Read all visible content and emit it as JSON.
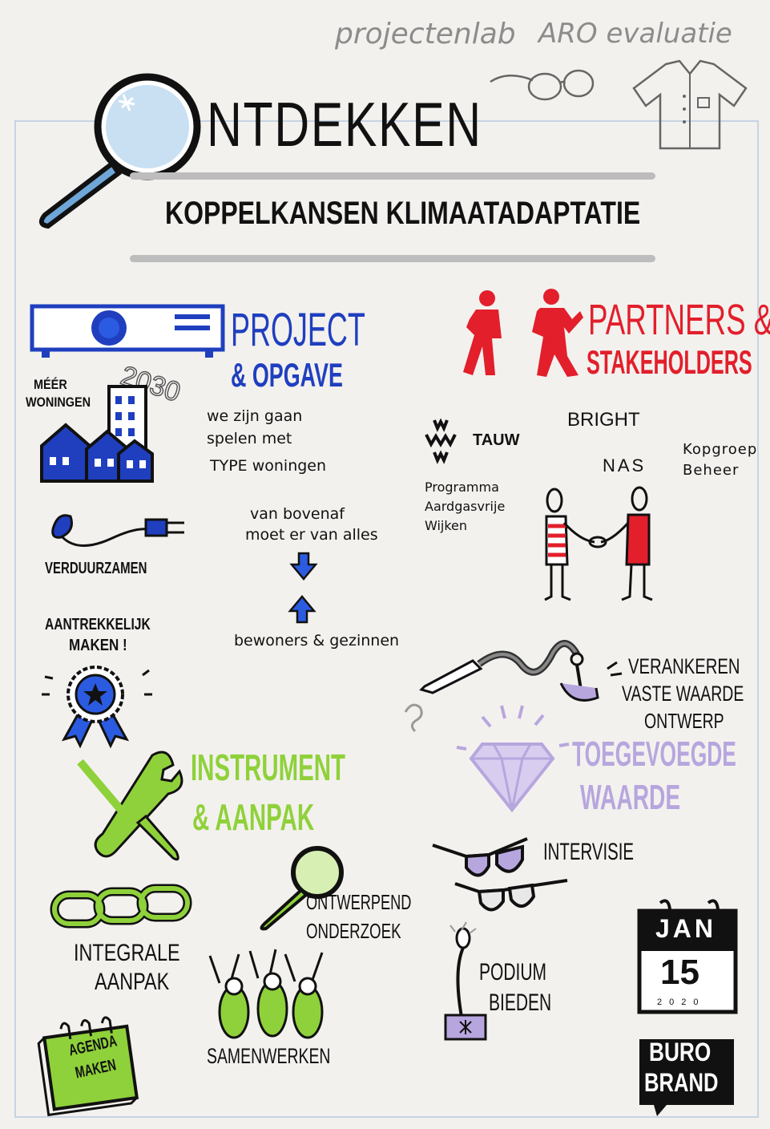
{
  "header": {
    "project_label": "projectenlab",
    "aro_label": "ARO evaluatie",
    "title_initial": "O",
    "title_rest": "NTDEKKEN",
    "subtitle": "KOPPELKANSEN KLIMAATADAPTATIE"
  },
  "project_section": {
    "heading_line1": "PROJECT",
    "heading_line2": "& OPGAVE",
    "year": "2030",
    "more_homes_line1": "MÉÉR",
    "more_homes_line2": "WONINGEN",
    "play_text_line1": "we zijn gaan",
    "play_text_line2": "spelen met",
    "play_text_line3": "TYPE woningen",
    "verduurzamen": "VERDUURZAMEN",
    "top_down_line1": "van bovenaf",
    "top_down_line2": "moet er van alles",
    "residents": "bewoners & gezinnen",
    "attractive_line1": "AANTREKKELIJK",
    "attractive_line2": "MAKEN !"
  },
  "partners_section": {
    "heading_line1": "PARTNERS &",
    "heading_line2": "STAKEHOLDERS",
    "partner_tauw": "TAUW",
    "partner_bright": "BRIGHT",
    "partner_nas": "NAS",
    "kopgroep_line1": "Kopgroep",
    "kopgroep_line2": "Beheer",
    "programma_line1": "Programma",
    "programma_line2": "Aardgasvrije",
    "programma_line3": "Wijken"
  },
  "anchor_section": {
    "line1": "VERANKEREN",
    "line2": "VASTE WAARDE",
    "line3": "ONTWERP"
  },
  "value_section": {
    "line1": "TOEGEVOEGDE",
    "line2": "WAARDE"
  },
  "instrument_section": {
    "heading_line1": "INSTRUMENT",
    "heading_line2": "& AANPAK",
    "integral_line1": "INTEGRALE",
    "integral_line2": "AANPAK",
    "research_line1": "ONTWERPEND",
    "research_line2": "ONDERZOEK",
    "collaborate": "SAMENWERKEN",
    "agenda_line1": "AGENDA",
    "agenda_line2": "MAKEN"
  },
  "right_bottom": {
    "intervisie": "INTERVISIE",
    "podium_line1": "PODIUM",
    "podium_line2": "BIEDEN",
    "cal_month": "JAN",
    "cal_day": "15",
    "cal_year": "2020",
    "brand_line1": "BURO",
    "brand_line2": "BRAND"
  },
  "colors": {
    "project_blue": "#1f3fbf",
    "partners_red": "#e21f2b",
    "instrument_green": "#8fd13a",
    "value_lavender": "#b7a6de",
    "ink": "#111111",
    "paper": "#f3f1ee"
  },
  "icons": [
    "magnifier-icon",
    "glasses-icon",
    "lab-coat-icon",
    "projector-icon",
    "dancers-icon",
    "houses-icon",
    "plug-icon",
    "arrow-down-icon",
    "arrow-up-icon",
    "rosette-icon",
    "wrench-screwdriver-icon",
    "handshake-icon",
    "pen-anchor-icon",
    "diamond-icon",
    "sunglasses-icon",
    "chain-icon",
    "small-magnifier-icon",
    "people-cheering-icon",
    "microphone-icon",
    "calendar-icon",
    "agenda-book-icon",
    "burobrand-logo-icon"
  ]
}
